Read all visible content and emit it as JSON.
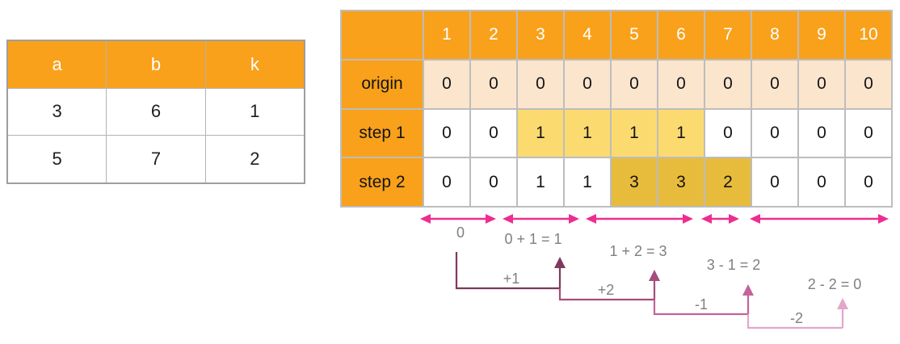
{
  "left_table": {
    "headers": [
      "a",
      "b",
      "k"
    ],
    "rows": [
      [
        "3",
        "6",
        "1"
      ],
      [
        "5",
        "7",
        "2"
      ]
    ]
  },
  "right_table": {
    "corner": "",
    "col_headers": [
      "1",
      "2",
      "3",
      "4",
      "5",
      "6",
      "7",
      "8",
      "9",
      "10"
    ],
    "rows": [
      {
        "label": "origin",
        "values": [
          "0",
          "0",
          "0",
          "0",
          "0",
          "0",
          "0",
          "0",
          "0",
          "0"
        ]
      },
      {
        "label": "step 1",
        "values": [
          "0",
          "0",
          "1",
          "1",
          "1",
          "1",
          "0",
          "0",
          "0",
          "0"
        ]
      },
      {
        "label": "step 2",
        "values": [
          "0",
          "0",
          "1",
          "1",
          "3",
          "3",
          "2",
          "0",
          "0",
          "0"
        ]
      }
    ]
  },
  "annotations": {
    "segments": [
      "0",
      "0 + 1 = 1",
      "1 + 2 = 3",
      "3 - 1 = 2",
      "2 - 2 = 0"
    ],
    "deltas": [
      "+1",
      "+2",
      "-1",
      "-2"
    ]
  },
  "colors": {
    "header_orange": "#F9A11B",
    "origin_row_bg": "#FBE5CD",
    "step1_highlight": "#FBDB70",
    "step2_highlight": "#E7BC3D",
    "double_arrow": "#EE2D90",
    "bracket1": "#7D3A5D",
    "bracket2": "#A34E7D",
    "bracket3": "#C4639B",
    "bracket4": "#E5A5CB",
    "annotation_text": "#7F7F7F"
  }
}
